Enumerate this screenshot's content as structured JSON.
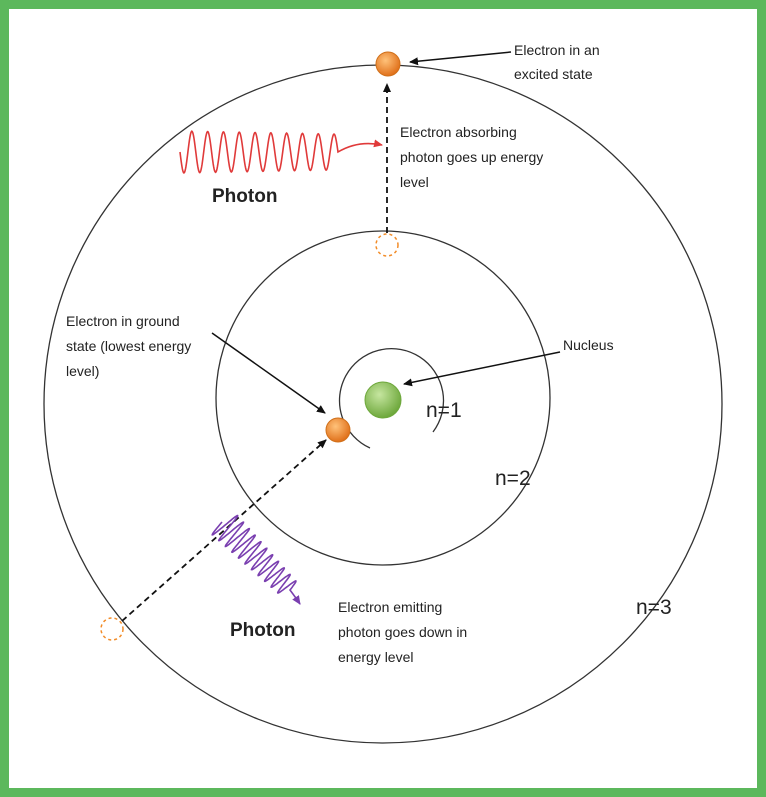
{
  "labels": {
    "excited_state_line1": "Electron in an",
    "excited_state_line2": "excited state",
    "absorbing_line1": "Electron absorbing",
    "absorbing_line2": "photon goes up energy",
    "absorbing_line3": "level",
    "photon_top": "Photon",
    "ground_line1": "Electron in ground",
    "ground_line2": "state (lowest energy",
    "ground_line3": "level)",
    "nucleus": "Nucleus",
    "n1": "n=1",
    "n2": "n=2",
    "n3": "n=3",
    "photon_bottom": "Photon",
    "emitting_line1": "Electron emitting",
    "emitting_line2": "photon goes down in",
    "emitting_line3": "energy level"
  },
  "colors": {
    "frame": "#5cb85c",
    "electron": "#f28c28",
    "nucleus": "#8fc95a",
    "photon_absorbed": "#e03a3a",
    "photon_emitted": "#7a3fb0",
    "orbit": "#333333"
  }
}
